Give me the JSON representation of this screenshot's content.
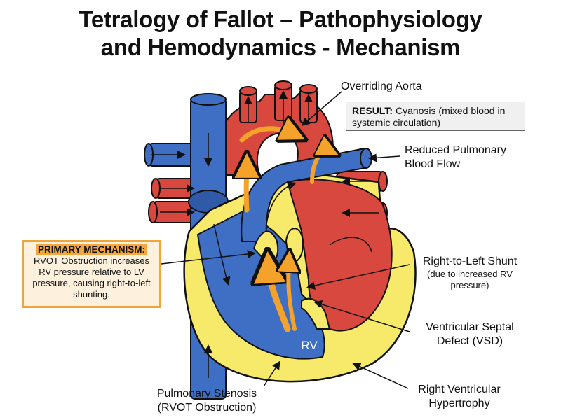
{
  "title": {
    "line1": "Tetralogy of Fallot – Pathophysiology",
    "line2": "and Hemodynamics - Mechanism"
  },
  "labels": {
    "overriding_aorta": "Overriding Aorta",
    "reduced_flow_1": "Reduced Pulmonary",
    "reduced_flow_2": "Blood Flow",
    "shunt": "Right-to-Left Shunt",
    "shunt_sub_1": "(due to increased RV",
    "shunt_sub_2": "pressure)",
    "vsd_1": "Ventricular Septal",
    "vsd_2": "Defect (VSD)",
    "rvh_1": "Right Ventricular",
    "rvh_2": "Hypertrophy",
    "ps_1": "Pulmonary Stenosis",
    "ps_2": "(RVOT Obstruction)",
    "rv": "RV"
  },
  "result": {
    "heading": "RESULT:",
    "text": " Cyanosis (mixed blood in systemic circulation)"
  },
  "primary": {
    "heading": "PRIMARY MECHANISM:",
    "text": "RVOT Obstruction increases RV pressure relative to LV pressure, causing right-to-left shunting."
  },
  "colors": {
    "deoxygenated_blue": "#3f6fc4",
    "oxygenated_red": "#d9483f",
    "myocardium_yellow": "#f7ea6a",
    "mixed_flow_orange": "#f4a22a",
    "outline": "#111111"
  }
}
